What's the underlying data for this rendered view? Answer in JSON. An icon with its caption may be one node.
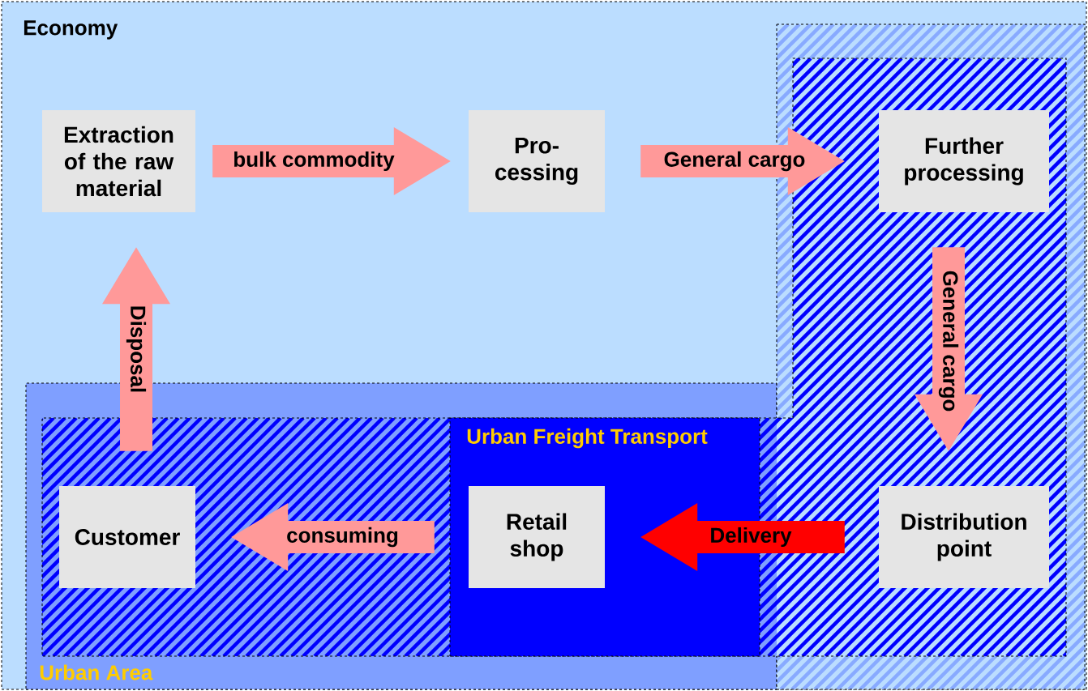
{
  "diagram": {
    "nodes": [
      {
        "text": [
          "Economy"
        ]
      },
      {
        "text": [
          "Urban Area"
        ],
        "in": 0
      },
      {
        "text": [
          "Urban Freight Transport"
        ],
        "in": 1
      },
      {
        "text": [
          "Extraction of the raw material"
        ],
        "in": 0
      },
      {
        "text": [
          "Pro- cessing"
        ],
        "in": 0
      },
      {
        "text": [
          "Further processing"
        ],
        "in": 0
      },
      {
        "text": [
          "Distribution point"
        ],
        "in": 0
      },
      {
        "text": [
          "Retail shop"
        ],
        "in": 2
      },
      {
        "text": [
          "Customer"
        ],
        "in": 1
      }
    ],
    "edges": [
      {
        "from": 3,
        "to": 4,
        "arrow": "to",
        "label": "bulk commodity"
      },
      {
        "from": 4,
        "to": 5,
        "arrow": "to",
        "label": "General cargo"
      },
      {
        "from": 5,
        "to": 6,
        "arrow": "to",
        "label": "General cargo"
      },
      {
        "from": 6,
        "to": 7,
        "arrow": "to",
        "label": "Delivery",
        "color": "#ff0000"
      },
      {
        "from": 7,
        "to": 8,
        "arrow": "to",
        "label": "consuming"
      },
      {
        "from": 8,
        "to": 3,
        "arrow": "to",
        "label": "Disposal"
      }
    ]
  }
}
